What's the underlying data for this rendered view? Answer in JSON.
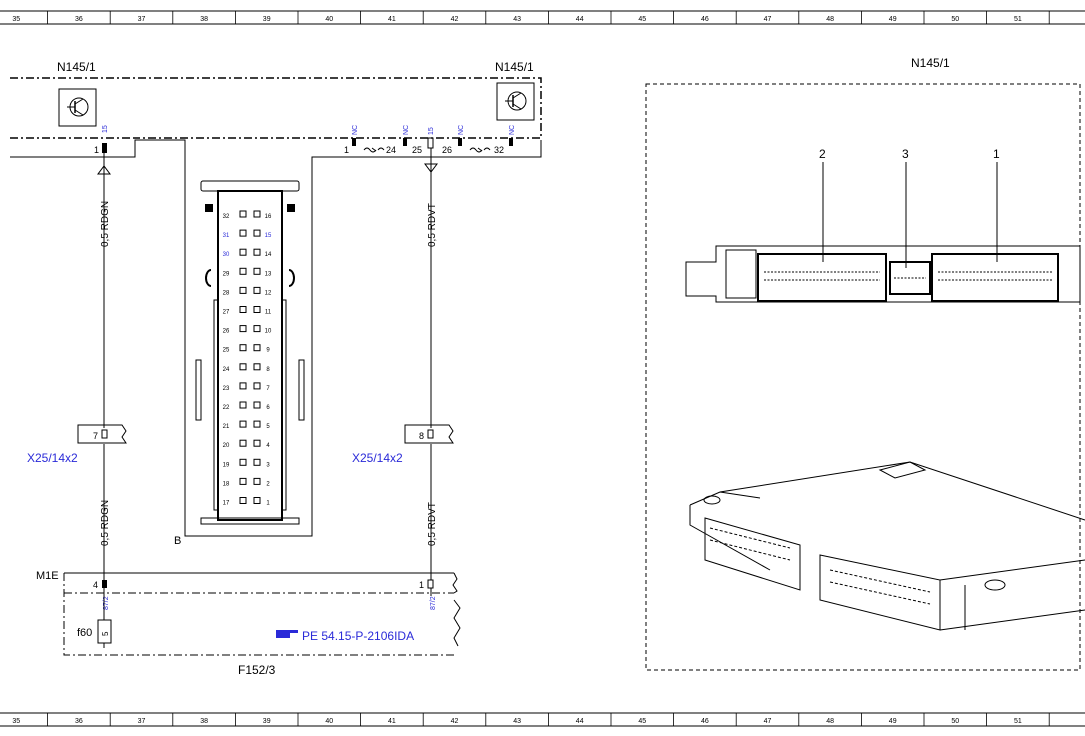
{
  "grid_numbers": [
    "35",
    "36",
    "37",
    "38",
    "39",
    "40",
    "41",
    "42",
    "43",
    "44",
    "45",
    "46",
    "47",
    "48",
    "49",
    "50",
    "51"
  ],
  "components": {
    "left_ecu": "N145/1",
    "mid_ecu": "N145/1",
    "right_ecu": "N145/1",
    "connector_block": "B",
    "ground_label": "M1E",
    "fuse_box": "F152/3",
    "fuse": "f60"
  },
  "pins": {
    "left_top": "1",
    "left_top_label": "15",
    "mid_pin_1": "1",
    "mid_pin_24": "24",
    "mid_pin_25": "25",
    "mid_pin_26": "26",
    "mid_pin_32": "32",
    "nc": "NC",
    "mid_15": "15",
    "left_conn_pin": "7",
    "right_conn_pin": "8",
    "left_m1e_pin": "4",
    "right_m1e_pin": "1",
    "fuse_pin_label": "87/2",
    "fuse_pin_label_right": "87/2",
    "fuse_num": "5"
  },
  "wires": {
    "left_upper": "0,5 RDGN",
    "left_lower": "0,5 RDGN",
    "right_upper": "0,5 RDVT",
    "right_lower": "0,5 RDVT"
  },
  "connectors": {
    "left": "X25/14x2",
    "right": "X25/14x2"
  },
  "reference": "PE 54.15-P-2106IDA",
  "ecu_plug_numbers": [
    "2",
    "3",
    "1"
  ],
  "connector_pins_left": [
    "32",
    "31",
    "30",
    "29",
    "28",
    "27",
    "26",
    "25",
    "24",
    "23",
    "22",
    "21",
    "20",
    "19",
    "18",
    "17"
  ],
  "connector_pins_right": [
    "16",
    "15",
    "14",
    "13",
    "12",
    "11",
    "10",
    "9",
    "8",
    "7",
    "6",
    "5",
    "4",
    "3",
    "2",
    "1"
  ]
}
